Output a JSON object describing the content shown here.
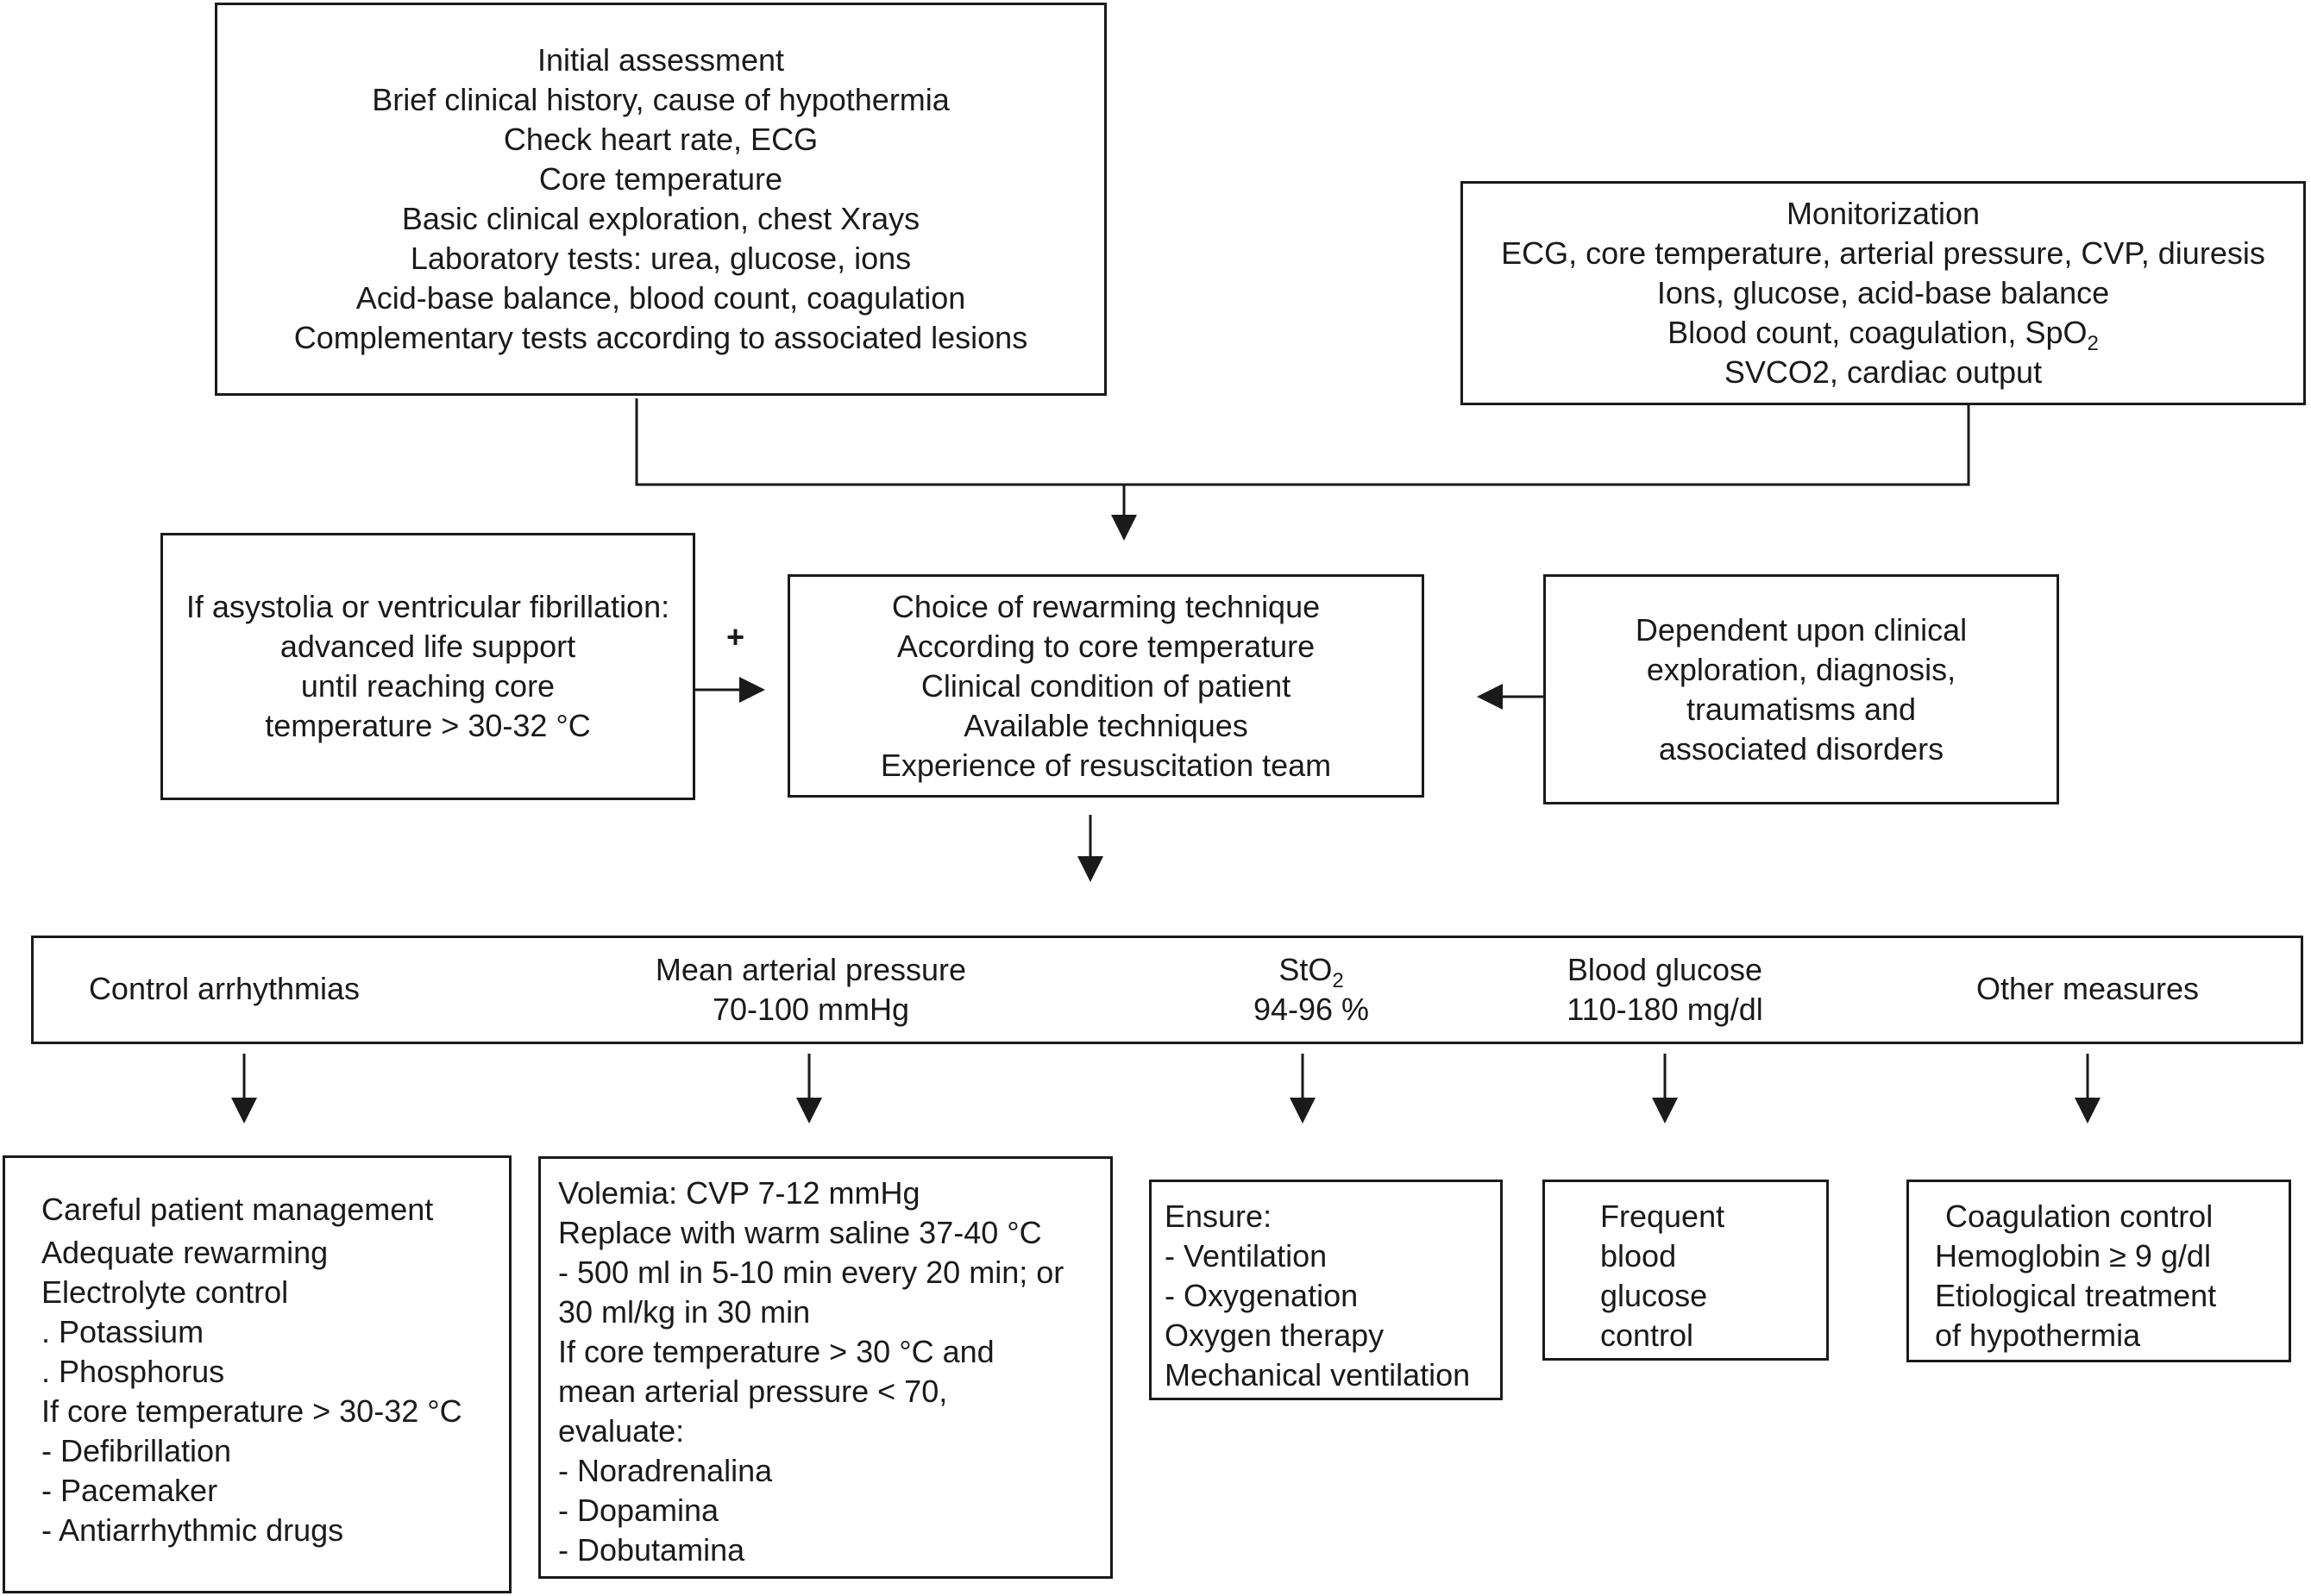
{
  "initial_assessment": {
    "lines": [
      "Initial assessment",
      "Brief clinical history, cause of hypothermia",
      "Check heart rate, ECG",
      "Core temperature",
      "Basic clinical exploration, chest Xrays",
      "Laboratory tests: urea, glucose, ions",
      "Acid-base balance, blood count, coagulation",
      "Complementary tests according to associated lesions"
    ]
  },
  "monitorization": {
    "line1": "Monitorization",
    "line2": "ECG, core temperature, arterial pressure, CVP, diuresis",
    "line3": "Ions, glucose, acid-base balance",
    "line4_main": "Blood count, coagulation, SpO",
    "line4_sub": "2",
    "line5": "SVCO2, cardiac output"
  },
  "asystolia": {
    "lines": [
      "If asystolia or ventricular fibrillation:",
      "advanced life support",
      "until reaching core",
      "temperature > 30-32 °C"
    ],
    "plus": "+"
  },
  "rewarming": {
    "lines": [
      "Choice of rewarming technique",
      "According to core temperature",
      "Clinical condition of patient",
      "Available techniques",
      "Experience of resuscitation team"
    ]
  },
  "dependent": {
    "lines": [
      "Dependent upon clinical",
      "exploration, diagnosis,",
      "traumatisms and",
      "associated disorders"
    ]
  },
  "targets": {
    "arrhythmias": "Control arrhythmias",
    "map_title": "Mean arterial pressure",
    "map_value": "70-100 mmHg",
    "sto2_main": "StO",
    "sto2_sub": "2",
    "sto2_value": "94-96 %",
    "glucose_title": "Blood glucose",
    "glucose_value": "110-180 mg/dl",
    "other": "Other measures"
  },
  "careful": {
    "title": "Careful patient management",
    "lines": [
      "Adequate rewarming",
      "Electrolyte control",
      ". Potassium",
      ". Phosphorus",
      "If core temperature > 30-32 °C",
      "- Defibrillation",
      "- Pacemaker",
      "- Antiarrhythmic drugs"
    ]
  },
  "volemia": {
    "lines": [
      "Volemia: CVP 7-12 mmHg",
      "Replace with warm saline 37-40 °C",
      "- 500 ml in 5-10 min every 20 min; or",
      "30 ml/kg in 30 min",
      "If core temperature > 30 °C and",
      "mean arterial pressure < 70,",
      "evaluate:",
      "- Noradrenalina",
      "- Dopamina",
      "- Dobutamina"
    ]
  },
  "ensure": {
    "lines": [
      "Ensure:",
      "- Ventilation",
      "- Oxygenation",
      "Oxygen therapy",
      "Mechanical ventilation"
    ]
  },
  "glucose_control": {
    "lines": [
      "Frequent",
      "blood",
      "glucose",
      "control"
    ]
  },
  "coagulation": {
    "lines": [
      "Coagulation control",
      "Hemoglobin ≥ 9 g/dl",
      "Etiological treatment",
      "of hypothermia"
    ]
  }
}
